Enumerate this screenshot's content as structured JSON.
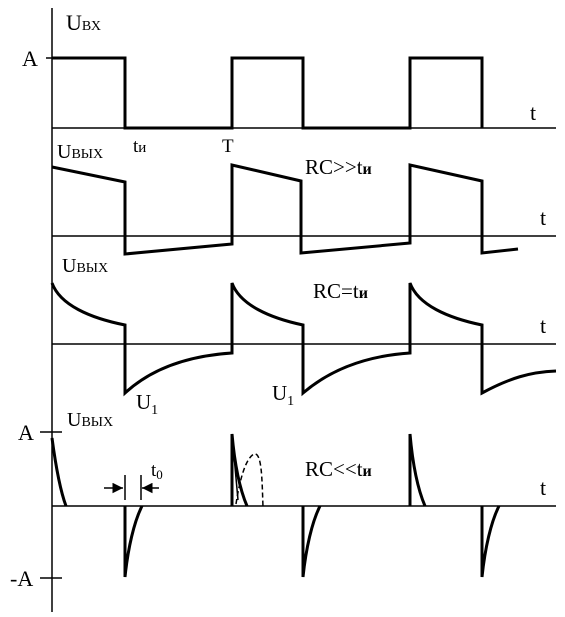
{
  "panels": {
    "input": {
      "signal_label": "U",
      "signal_sub": "ВХ",
      "level_label": "A",
      "time_label": "t",
      "pulse_width_label_main": "t",
      "pulse_width_label_sub": "и",
      "period_label": "T"
    },
    "rc_large": {
      "signal_label": "U",
      "signal_sub": "ВЫХ",
      "condition_main": "RC>>t",
      "condition_sub": "и",
      "time_label": "t"
    },
    "rc_equal": {
      "signal_label": "U",
      "signal_sub": "ВЫХ",
      "condition_main": "RC=t",
      "condition_sub": "и",
      "time_label": "t",
      "u1_first_main": "U",
      "u1_first_sub": "1",
      "u1_second_main": "U",
      "u1_second_sub": "1"
    },
    "rc_small": {
      "signal_label": "U",
      "signal_sub": "ВЫХ",
      "condition_main": "RC<<t",
      "condition_sub": "и",
      "time_label": "t",
      "pos_level_label": "A",
      "neg_level_label": "-A",
      "recovery_label_main": "t",
      "recovery_label_sub": "0"
    }
  }
}
